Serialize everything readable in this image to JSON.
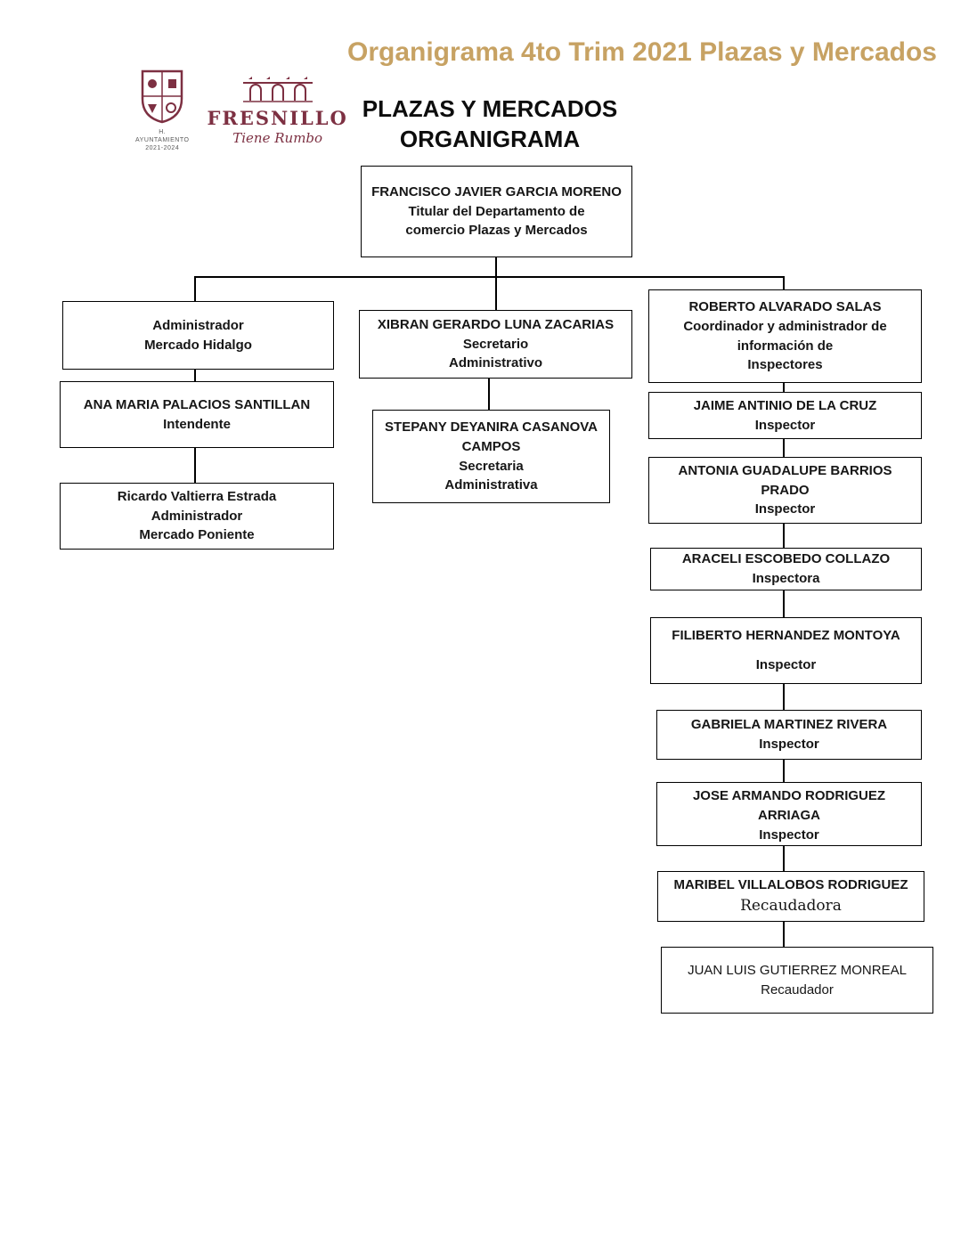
{
  "header": {
    "title": "Organigrama 4to Trim 2021 Plazas y Mercados"
  },
  "logo": {
    "crest_caption_line1": "H. AYUNTAMIENTO",
    "crest_caption_line2": "2021-2024",
    "brand": "FRESNILLO",
    "tagline": "Tiene Rumbo"
  },
  "doc_title": {
    "line1": "PLAZAS Y MERCADOS",
    "line2": "ORGANIGRAMA"
  },
  "colors": {
    "header_title": "#C7A263",
    "brand_maroon": "#7D3042",
    "box_border": "#000000"
  },
  "nodes": {
    "root": {
      "lines": [
        "FRANCISCO JAVIER GARCIA MORENO",
        "Titular del Departamento de",
        "comercio Plazas y Mercados"
      ]
    },
    "admin_hidalgo": {
      "lines": [
        "Administrador",
        "Mercado Hidalgo"
      ]
    },
    "ana_maria": {
      "lines": [
        "ANA MARIA PALACIOS SANTILLAN",
        "Intendente"
      ]
    },
    "ricardo": {
      "lines": [
        "Ricardo Valtierra Estrada",
        "Administrador",
        "Mercado Poniente"
      ]
    },
    "xibran": {
      "lines": [
        "XIBRAN GERARDO LUNA ZACARIAS",
        "Secretario",
        "Administrativo"
      ]
    },
    "stepany": {
      "lines": [
        "STEPANY DEYANIRA CASANOVA",
        "CAMPOS",
        "Secretaria",
        "Administrativa"
      ]
    },
    "roberto": {
      "lines": [
        "ROBERTO ALVARADO SALAS",
        "Coordinador y administrador de",
        "información de",
        "Inspectores"
      ]
    },
    "jaime": {
      "lines": [
        "JAIME ANTINIO DE LA CRUZ",
        "Inspector"
      ]
    },
    "antonia": {
      "lines": [
        "ANTONIA GUADALUPE BARRIOS",
        "PRADO",
        "Inspector"
      ]
    },
    "araceli": {
      "lines": [
        "ARACELI ESCOBEDO COLLAZO",
        "Inspectora"
      ]
    },
    "filiberto": {
      "lines": [
        "FILIBERTO HERNANDEZ MONTOYA",
        "Inspector"
      ]
    },
    "gabriela": {
      "lines": [
        "GABRIELA MARTINEZ RIVERA",
        "Inspector"
      ]
    },
    "jose": {
      "lines": [
        "JOSE ARMANDO RODRIGUEZ ARRIAGA",
        "Inspector"
      ]
    },
    "maribel": {
      "lines": [
        "MARIBEL VILLALOBOS RODRIGUEZ",
        "Recaudadora"
      ]
    },
    "juan": {
      "lines": [
        "JUAN LUIS GUTIERREZ MONREAL",
        "Recaudador"
      ]
    }
  }
}
